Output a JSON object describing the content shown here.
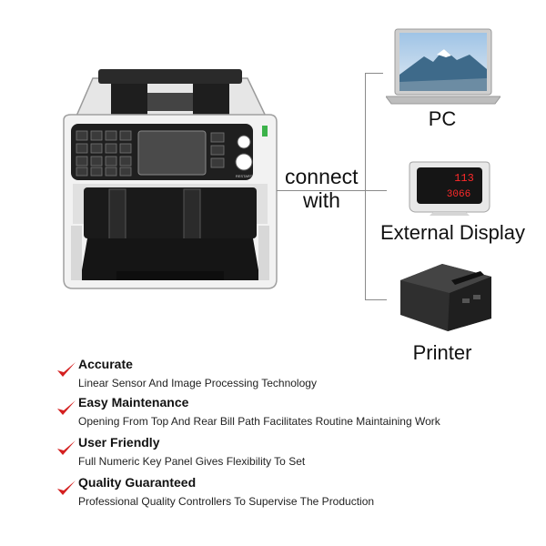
{
  "connect": {
    "line1": "connect",
    "line2": "with"
  },
  "devices": [
    {
      "label": "PC",
      "icon": "laptop-icon"
    },
    {
      "label": "External Display",
      "icon": "external-display-icon"
    },
    {
      "label": "Printer",
      "icon": "printer-icon"
    }
  ],
  "display_readout": {
    "top": "113",
    "bottom": "3066"
  },
  "machine_panel": {
    "badge": "RESTART"
  },
  "features": [
    {
      "title": "Accurate",
      "desc": "Linear Sensor And Image Processing Technology"
    },
    {
      "title": "Easy Maintenance",
      "desc": "Opening From Top And Rear Bill Path Facilitates Routine Maintaining Work"
    },
    {
      "title": "User Friendly",
      "desc": "Full Numeric Key Panel Gives Flexibility To Set"
    },
    {
      "title": "Quality Guaranteed",
      "desc": "Professional Quality Controllers To Supervise The Production"
    }
  ],
  "colors": {
    "check": "#d42020",
    "display_digits": "#ff2a2a",
    "connector": "#8a8a8a"
  }
}
